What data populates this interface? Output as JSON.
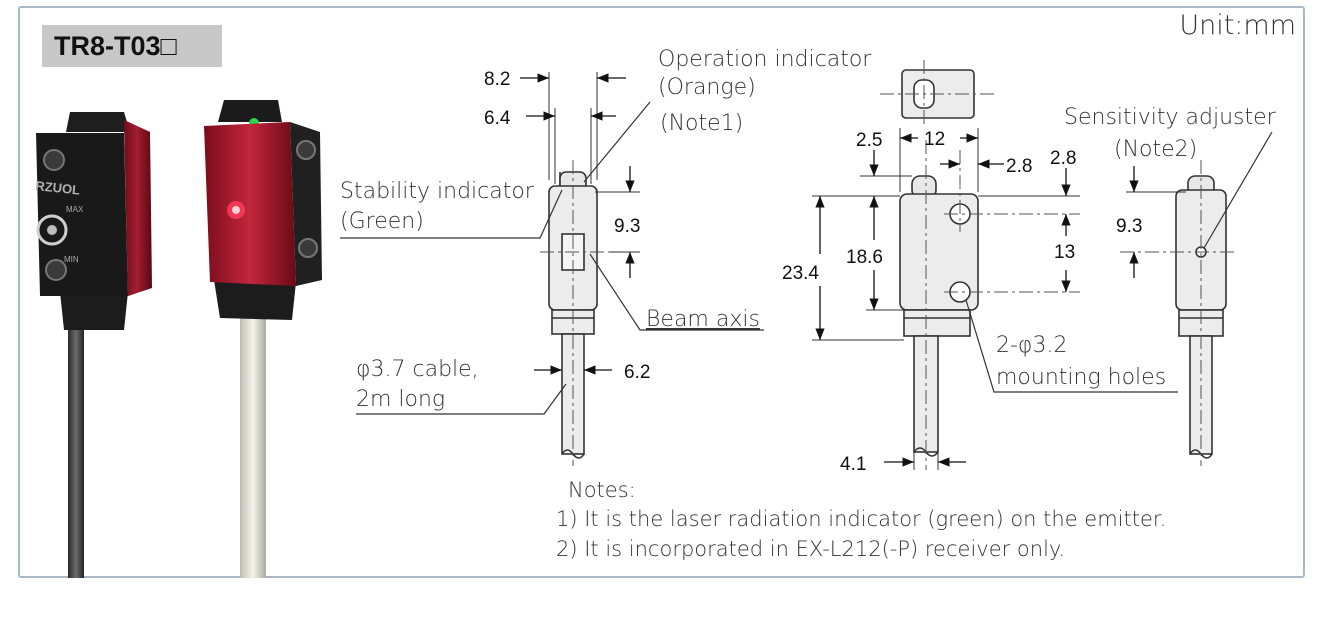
{
  "model": "TR8-T03□",
  "unit": "Unit:mm",
  "callouts": {
    "operation_indicator_1": "Operation indicator",
    "operation_indicator_2": "(Orange)",
    "operation_indicator_3": "(Note1)",
    "stability_indicator_1": "Stability indicator",
    "stability_indicator_2": "(Green)",
    "beam_axis": "Beam axis",
    "cable_1": "φ3.7 cable,",
    "cable_2": "2m long",
    "sensitivity_adjuster_1": "Sensitivity adjuster",
    "sensitivity_adjuster_2": "(Note2)",
    "mounting_holes_1": "2-φ3.2",
    "mounting_holes_2": "mounting holes"
  },
  "dimensions": {
    "d_8_2": "8.2",
    "d_6_4": "6.4",
    "d_9_3_left": "9.3",
    "d_6_2": "6.2",
    "d_2_5": "2.5",
    "d_12": "12",
    "d_2_8_a": "2.8",
    "d_2_8_b": "2.8",
    "d_23_4": "23.4",
    "d_18_6": "18.6",
    "d_13": "13",
    "d_4_1": "4.1",
    "d_9_3_right": "9.3"
  },
  "notes": {
    "heading": "Notes:",
    "note1": "1) It is the laser radiation indicator (green) on the emitter.",
    "note2": "2) It is incorporated in EX-L212(-P) receiver only."
  },
  "photo_logo": "RZUOL",
  "photo_max": "MAX",
  "photo_min": "MIN"
}
